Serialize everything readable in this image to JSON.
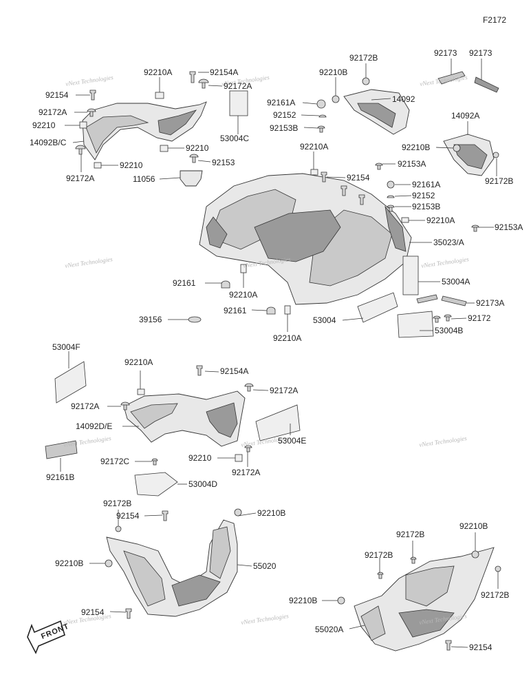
{
  "figure_code": "F2172",
  "watermark": "vNext Technologies",
  "front_marker": "FRONT",
  "labels": {
    "p92210A_1": "92210A",
    "p92154A_1": "92154A",
    "p92154_1": "92154",
    "p92172A_1": "92172A",
    "p92172A_2": "92172A",
    "p92210_1": "92210",
    "p14092BC": "14092B/C",
    "p92210_2": "92210",
    "p92210_3": "92210",
    "p92172A_3": "92172A",
    "p53004C": "53004C",
    "p92153_1": "92153",
    "p11056": "11056",
    "p92172B_1": "92172B",
    "p92210B_1": "92210B",
    "p92161A_1": "92161A",
    "p92152_1": "92152",
    "p92153B_1": "92153B",
    "p14092": "14092",
    "p92173_1": "92173",
    "p92173_2": "92173",
    "p14092A": "14092A",
    "p92210B_2": "92210B",
    "p92153A_1": "92153A",
    "p92172B_2": "92172B",
    "p92210A_2": "92210A",
    "p92154_2": "92154",
    "p92161A_2": "92161A",
    "p92152_2": "92152",
    "p92153B_2": "92153B",
    "p92210A_3": "92210A",
    "p92153A_2": "92153A",
    "p35023A": "35023/A",
    "p53004A": "53004A",
    "p92161_1": "92161",
    "p92210A_4": "92210A",
    "p92173A": "92173A",
    "p92161_2": "92161",
    "p92172": "92172",
    "p39156": "39156",
    "p53004": "53004",
    "p53004B": "53004B",
    "p92210A_5": "92210A",
    "p53004F": "53004F",
    "p92210A_6": "92210A",
    "p92154A_2": "92154A",
    "p92172A_4": "92172A",
    "p92172A_5": "92172A",
    "p14092DE": "14092D/E",
    "p53004E": "53004E",
    "p92161B": "92161B",
    "p92172C": "92172C",
    "p92210_4": "92210",
    "p92172A_6": "92172A",
    "p53004D": "53004D",
    "p92172B_3": "92172B",
    "p92154_3": "92154",
    "p92210B_3": "92210B",
    "p92210B_4": "92210B",
    "p55020": "55020",
    "p92154_4": "92154",
    "p92172B_4": "92172B",
    "p92210B_5": "92210B",
    "p92172B_5": "92172B",
    "p92172B_6": "92172B",
    "p92210B_6": "92210B",
    "p55020A": "55020A",
    "p92154_5": "92154"
  }
}
